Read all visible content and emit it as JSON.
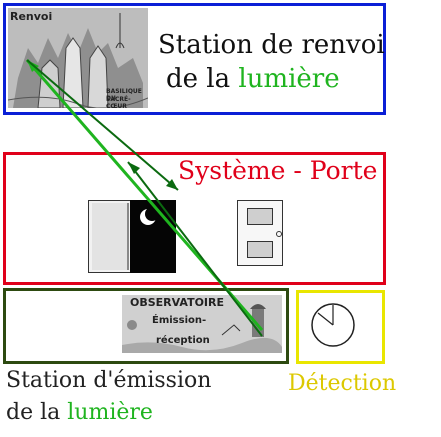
{
  "station_renvoi": {
    "title_line1": "Station de renvoi",
    "title_line2_prefix": "de la ",
    "title_line2_highlight": "lumière",
    "sketch_caption": "Renvoi",
    "sketch_text1": "BASILIQUE DU",
    "sketch_text2": "SACRÉ-CŒUR"
  },
  "systeme_porte": {
    "title": "Système - Porte"
  },
  "station_emission": {
    "sketch_line1": "OBSERVATOIRE",
    "sketch_line2": "Émission-",
    "sketch_line3": "réception",
    "caption_line1": "Station d'émission",
    "caption_line2_prefix": "de la ",
    "caption_line2_highlight": "lumière"
  },
  "detection": {
    "label": "Détection"
  },
  "colors": {
    "renvoi_frame": "#0a1fd6",
    "porte_frame": "#e0001a",
    "emission_frame": "#2d4a10",
    "detection_frame": "#e9e600",
    "beam_outgoing": "#1fb41f",
    "beam_return": "#0b6a10",
    "highlight_text": "#1fb41f",
    "detection_text": "#dcc800"
  }
}
